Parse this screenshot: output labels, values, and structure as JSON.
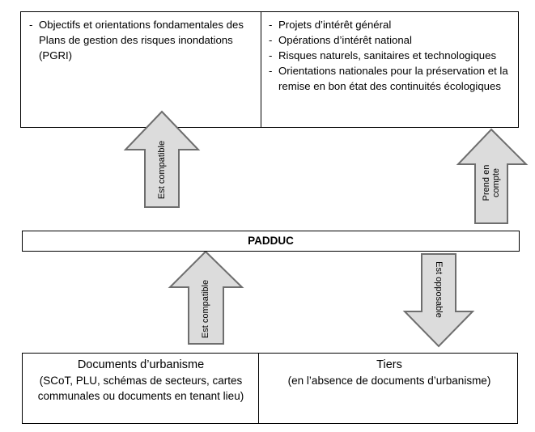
{
  "top_box": {
    "left_items": [
      "Objectifs et orientations fondamentales des Plans de gestion des risques inondations (PGRI)"
    ],
    "right_items": [
      "Projets d’intérêt général",
      "Opérations d’intérêt national",
      "Risques naturels, sanitaires et technologiques",
      "Orientations nationales pour la préservation et la remise en bon état des continuités écologiques"
    ]
  },
  "center_box": {
    "label": "PADDUC"
  },
  "bottom_box": {
    "left": {
      "title": "Documents d’urbanisme",
      "detail": "(SCoT, PLU, schémas de secteurs, cartes communales ou documents en tenant lieu)"
    },
    "right": {
      "title": "Tiers",
      "detail": "(en l’absence de documents d’urbanisme)"
    }
  },
  "arrows": {
    "upper_left": {
      "label": "Est compatible",
      "direction": "up"
    },
    "upper_right": {
      "label_line1": "Prend en",
      "label_line2": "compte",
      "direction": "up"
    },
    "lower_left": {
      "label": "Est compatible",
      "direction": "up"
    },
    "lower_right": {
      "label": "Est opposable",
      "direction": "down"
    }
  },
  "colors": {
    "arrow_fill": "#dcdcdc",
    "arrow_stroke": "#6e6e6e",
    "border": "#000000"
  }
}
